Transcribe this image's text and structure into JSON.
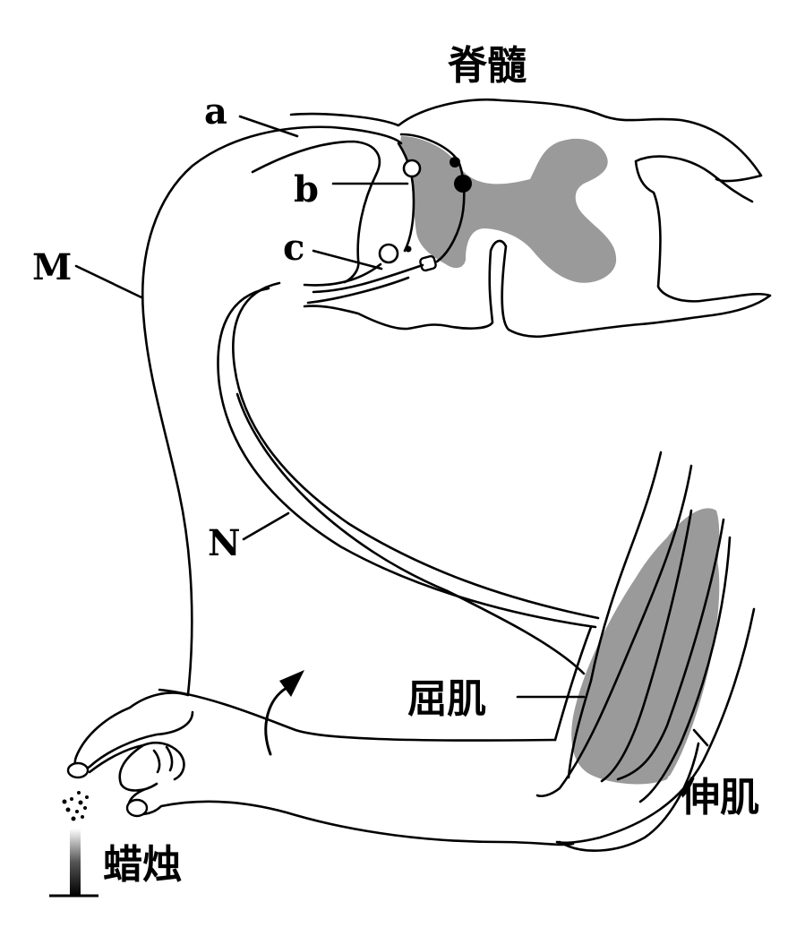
{
  "labels": {
    "spinal_cord": "脊髓",
    "a": "a",
    "b": "b",
    "c": "c",
    "M": "M",
    "N": "N",
    "flexor": "屈肌",
    "extensor": "伸肌",
    "candle": "蜡烛"
  },
  "colors": {
    "grey_matter": "#9a9a9a",
    "muscle": "#9a9a9a",
    "line": "#000000"
  },
  "icons": {
    "reflex_arrow": "curved-arrow-icon",
    "candle": "candle-icon"
  }
}
